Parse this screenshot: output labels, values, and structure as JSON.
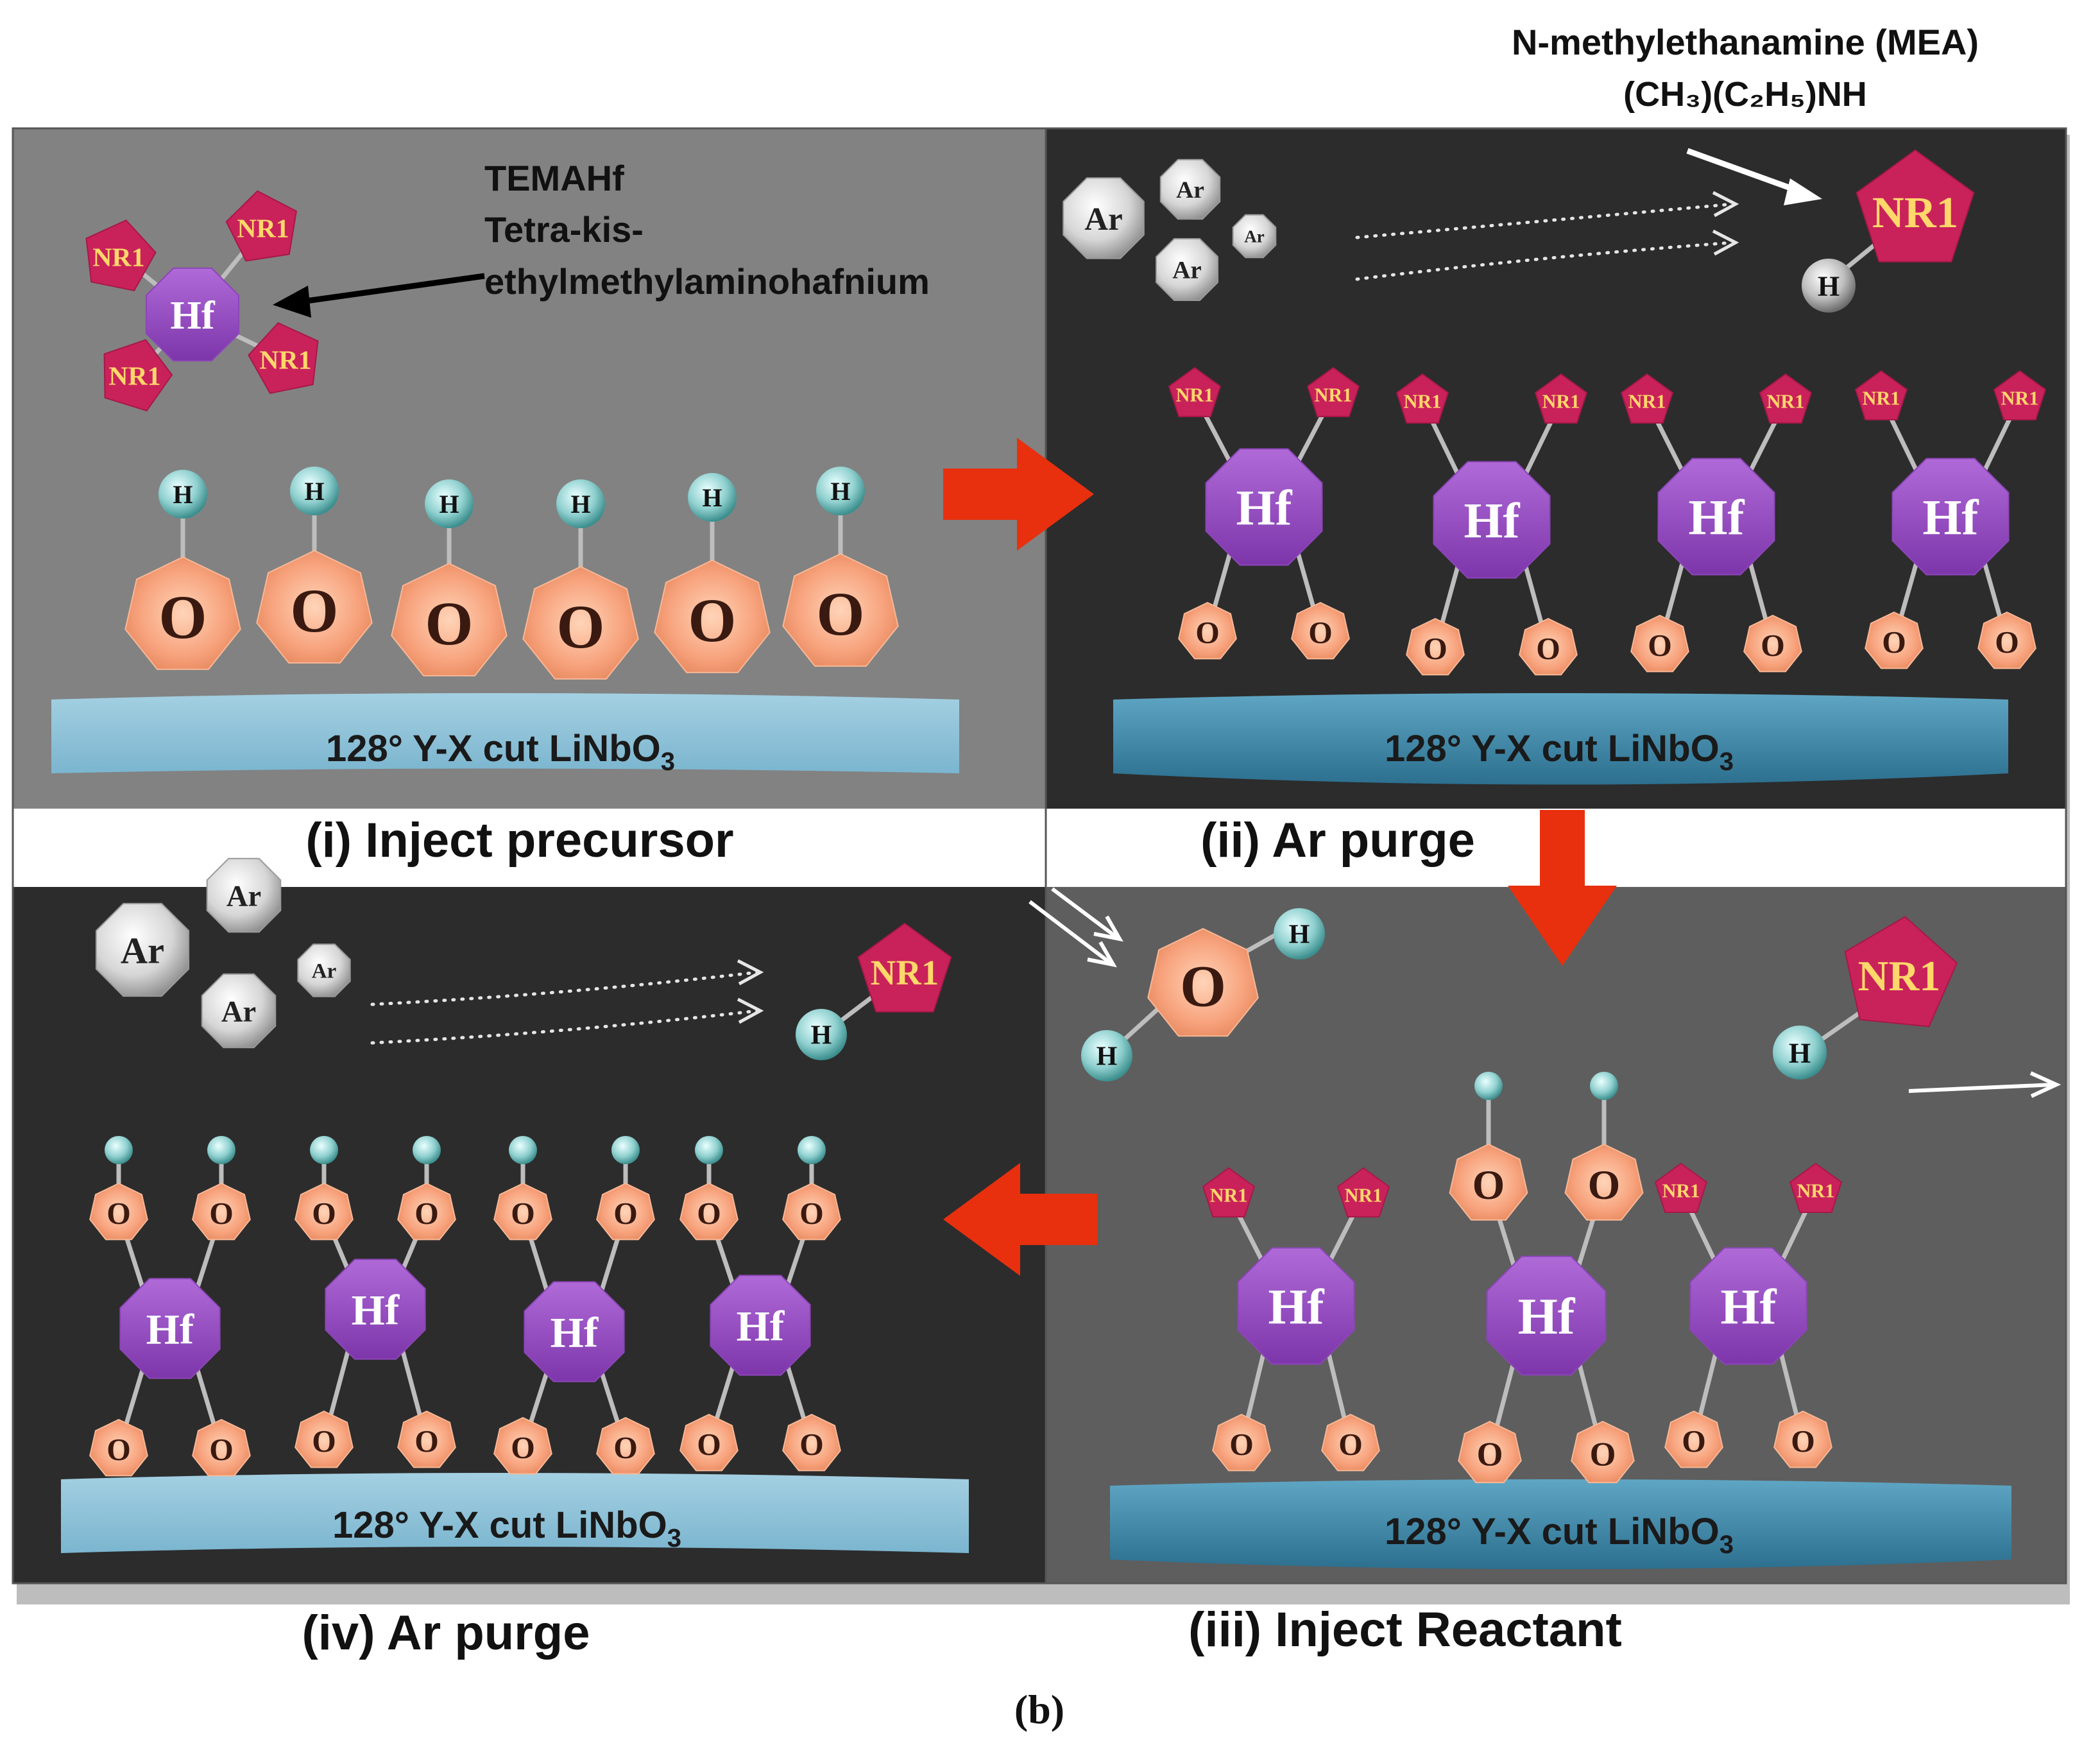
{
  "header": {
    "mea_name": "N-methylethanamine (MEA)",
    "mea_formula": "(CH₃)(C₂H₅)NH"
  },
  "precursor": {
    "name": "TEMAHf",
    "full_name_line1": "Tetra-kis-",
    "full_name_line2": "ethylmethylaminohafnium"
  },
  "labels": {
    "hf": "Hf",
    "o": "O",
    "h": "H",
    "ar": "Ar",
    "nr1": "NR1",
    "substrate_main": "128° Y-X cut LiNbO",
    "substrate_sub": "3"
  },
  "steps": {
    "step1": "(i) Inject precursor",
    "step2": "(ii) Ar purge",
    "step3": "(iii) Inject Reactant",
    "step4": "(iv) Ar purge"
  },
  "figure_label": "(b)",
  "colors": {
    "panel_light": "#7f7f7f",
    "panel_dark": "#2b2b2b",
    "hf": "#9b4fc7",
    "oxygen": "#f7a27c",
    "hydrogen": "#6bbdbd",
    "nr1": "#c9225a",
    "argon": "#c8c8c8",
    "substrate": "#8ec1d8",
    "arrow": "#e8300e"
  }
}
